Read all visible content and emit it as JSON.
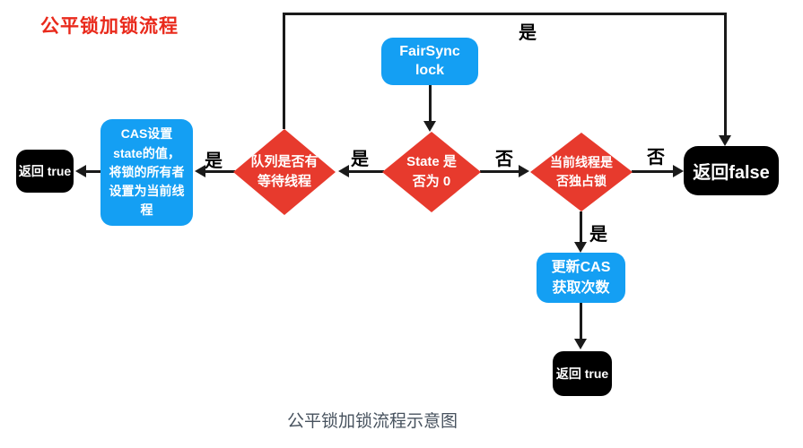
{
  "title": "公平锁加锁流程",
  "caption": "公平锁加锁流程示意图",
  "colors": {
    "process_blue": "#149ff3",
    "decision_red": "#e73a2d",
    "terminal_black": "#000000",
    "title_red": "#e92a1c",
    "caption_gray": "#47525e",
    "line_black": "#1a1a1a"
  },
  "nodes": {
    "fairsync": {
      "label": "FairSync\nlock"
    },
    "cas_set_state": {
      "label": "CAS设置\nstate的值，\n将锁的所有者\n设置为当前线\n程"
    },
    "return_true_left": {
      "label": "返回 true"
    },
    "queue_has_waiting": {
      "label": "队列是否有\n等待线程"
    },
    "state_is_zero": {
      "label": "State 是\n否为 0"
    },
    "current_thread_exclusive": {
      "label": "当前线程是\n否独占锁"
    },
    "return_false": {
      "label": "返回false"
    },
    "update_cas": {
      "label": "更新CAS\n获取次数"
    },
    "return_true_bottom": {
      "label": "返回 true"
    }
  },
  "edge_labels": {
    "queue_to_false_top": "是",
    "queue_to_cas": "是",
    "state_to_queue": "是",
    "state_to_current": "否",
    "current_to_false": "否",
    "current_to_update": "是"
  }
}
